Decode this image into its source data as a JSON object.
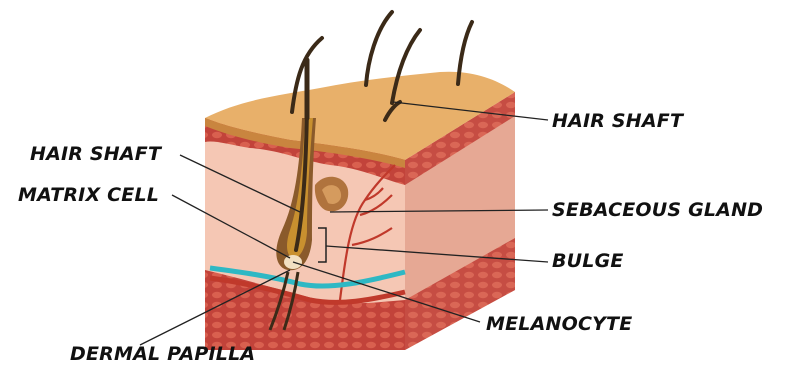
{
  "labels": {
    "hair_shaft_right": "HAIR SHAFT",
    "hair_shaft_left": "HAIR SHAFT",
    "matrix_cell": "MATRIX CELL",
    "sebaceous_gland": "SEBACEOUS GLAND",
    "bulge": "BULGE",
    "melanocyte": "MELANOCYTE",
    "dermal_papilla": "DERMAL PAPILLA"
  },
  "colors": {
    "epidermis_top": "#e8b06a",
    "epidermis_dark": "#c9853f",
    "dermis": "#f5c7b4",
    "dermis_side": "#e6a894",
    "tissue_red": "#b8352b",
    "tissue_light": "#d9604f",
    "vessel_red": "#c0392b",
    "vessel_cyan": "#2eb8c4",
    "hair": "#3b2a18",
    "follicle": "#8a5a2b",
    "gland": "#b0733d",
    "leader_line": "#222222"
  }
}
